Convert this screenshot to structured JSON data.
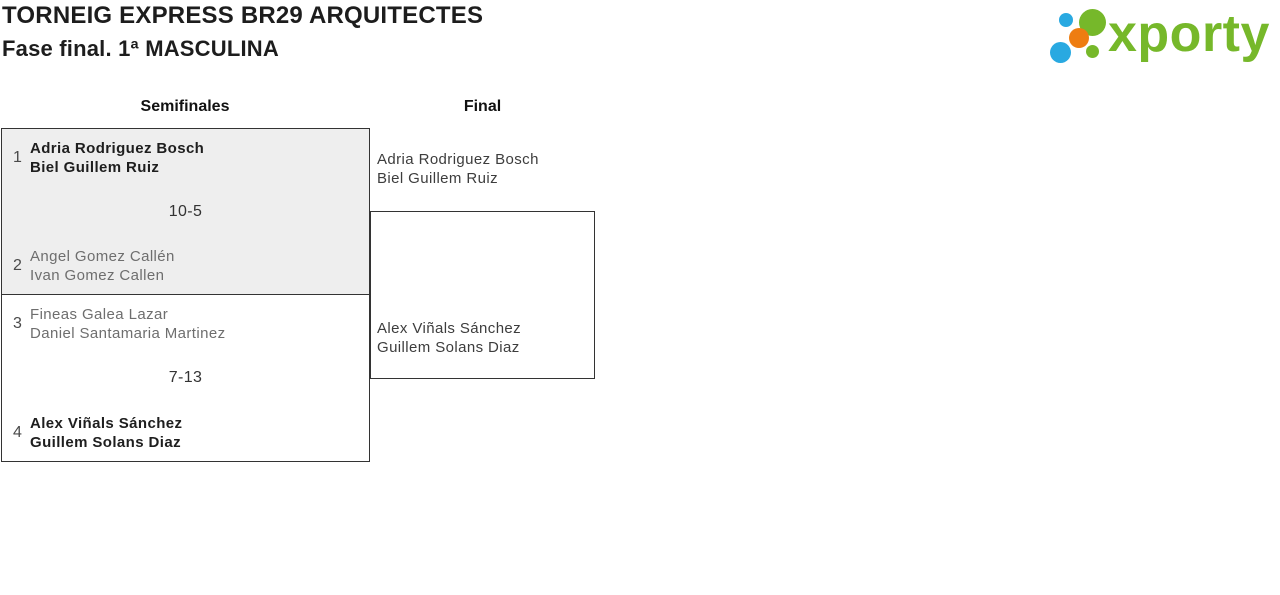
{
  "header": {
    "title": "TORNEIG EXPRESS BR29 ARQUITECTES",
    "subtitle": "Fase final. 1ª MASCULINA"
  },
  "logo": {
    "brand": "xporty",
    "colors": {
      "green": "#76b82a",
      "blue": "#29a9e1",
      "orange": "#ee7d11"
    }
  },
  "bracket": {
    "round_labels": [
      "Semifinales",
      "Final"
    ],
    "semifinals": [
      {
        "score": "10-5",
        "top": {
          "seed": "1",
          "players": [
            "Adria Rodriguez Bosch",
            "Biel Guillem Ruiz"
          ],
          "winner": true
        },
        "bottom": {
          "seed": "2",
          "players": [
            "Angel Gomez Callén",
            "Ivan Gomez Callen"
          ],
          "winner": false
        }
      },
      {
        "score": "7-13",
        "top": {
          "seed": "3",
          "players": [
            "Fineas Galea Lazar",
            "Daniel Santamaria Martinez"
          ],
          "winner": false
        },
        "bottom": {
          "seed": "4",
          "players": [
            "Alex Viñals Sánchez",
            "Guillem Solans Diaz"
          ],
          "winner": true
        }
      }
    ],
    "final": {
      "teams": [
        {
          "players": [
            "Adria Rodriguez Bosch",
            "Biel Guillem Ruiz"
          ]
        },
        {
          "players": [
            "Alex Viñals Sánchez",
            "Guillem Solans Diaz"
          ]
        }
      ]
    }
  },
  "colors": {
    "box_fill": "#eeeeee",
    "border": "#333333",
    "winner_text": "#1e1e1e",
    "loser_text": "#6e6e6e"
  }
}
